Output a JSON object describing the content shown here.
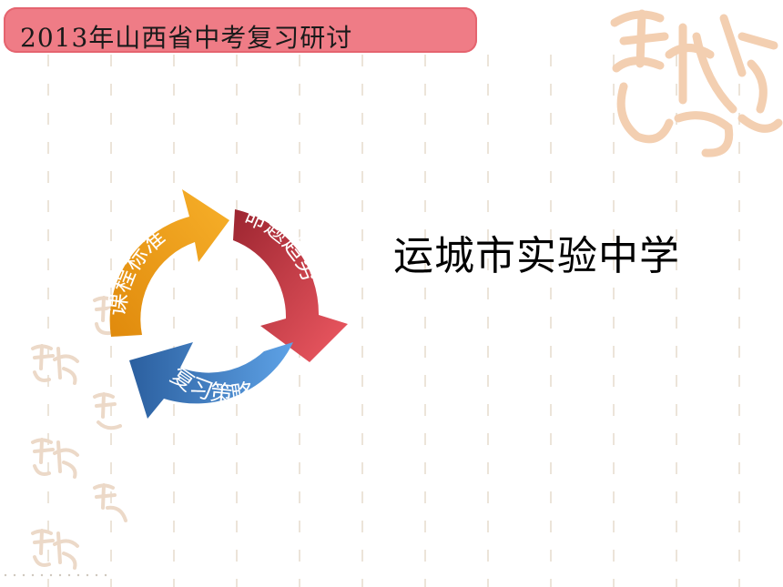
{
  "header": {
    "title": "2013年山西省中考复习研讨"
  },
  "cycle": {
    "segments": [
      {
        "label": "课程标准",
        "color": "#f0a315"
      },
      {
        "label": "命题趋势",
        "color": "#b3323f"
      },
      {
        "label": "复习策略",
        "color": "#3c79c4"
      }
    ]
  },
  "main": {
    "school": "运城市实验中学"
  }
}
